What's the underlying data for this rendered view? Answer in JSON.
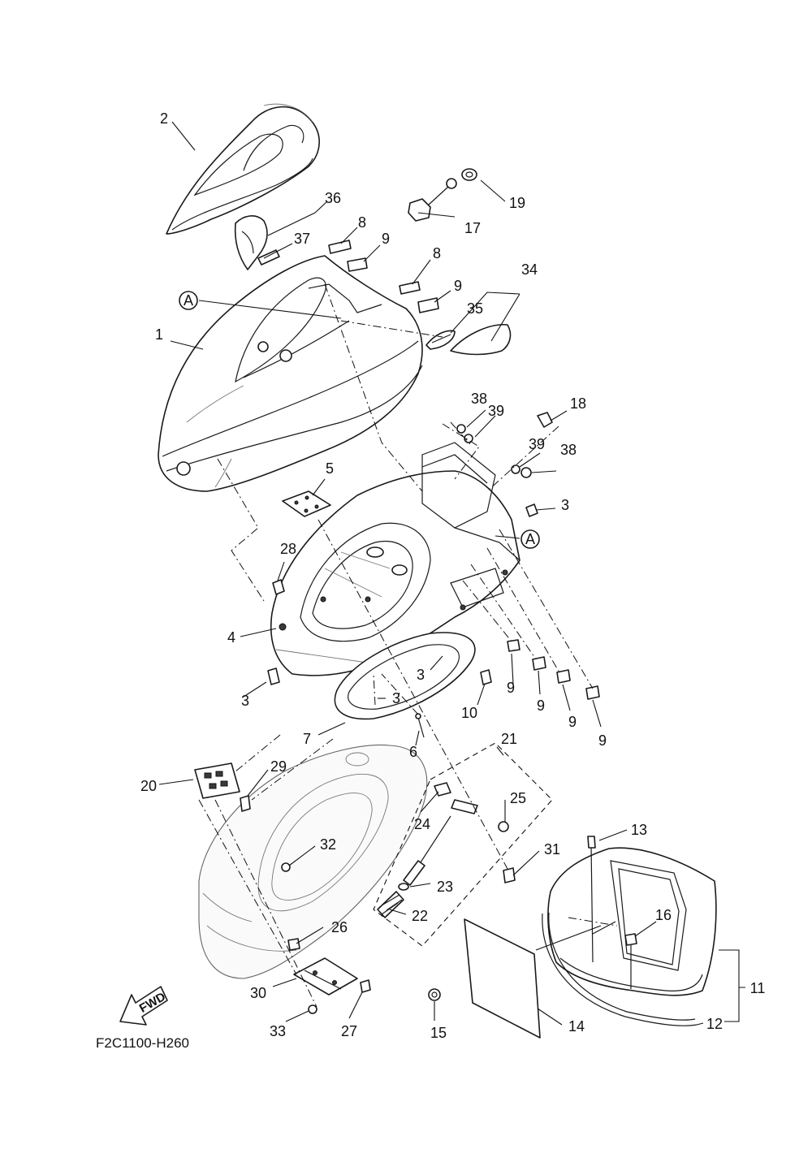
{
  "diagram_code": "F2C1100-H260",
  "direction_label": "FWD",
  "reference_marker": "A",
  "callouts": {
    "c1": "1",
    "c2": "2",
    "c3a": "3",
    "c3b": "3",
    "c3c": "3",
    "c3d": "3",
    "c4": "4",
    "c5": "5",
    "c6": "6",
    "c7": "7",
    "c8a": "8",
    "c8b": "8",
    "c9a": "9",
    "c9b": "9",
    "c9c": "9",
    "c9d": "9",
    "c9e": "9",
    "c9f": "9",
    "c10": "10",
    "c11": "11",
    "c12": "12",
    "c13": "13",
    "c14": "14",
    "c15": "15",
    "c16": "16",
    "c17": "17",
    "c18": "18",
    "c19": "19",
    "c20": "20",
    "c21": "21",
    "c22": "22",
    "c23": "23",
    "c24": "24",
    "c25": "25",
    "c26": "26",
    "c27": "27",
    "c28": "28",
    "c29": "29",
    "c30": "30",
    "c31": "31",
    "c32": "32",
    "c33": "33",
    "c34": "34",
    "c35": "35",
    "c36": "36",
    "c37": "37",
    "c38a": "38",
    "c38b": "38",
    "c39a": "39",
    "c39b": "39"
  }
}
